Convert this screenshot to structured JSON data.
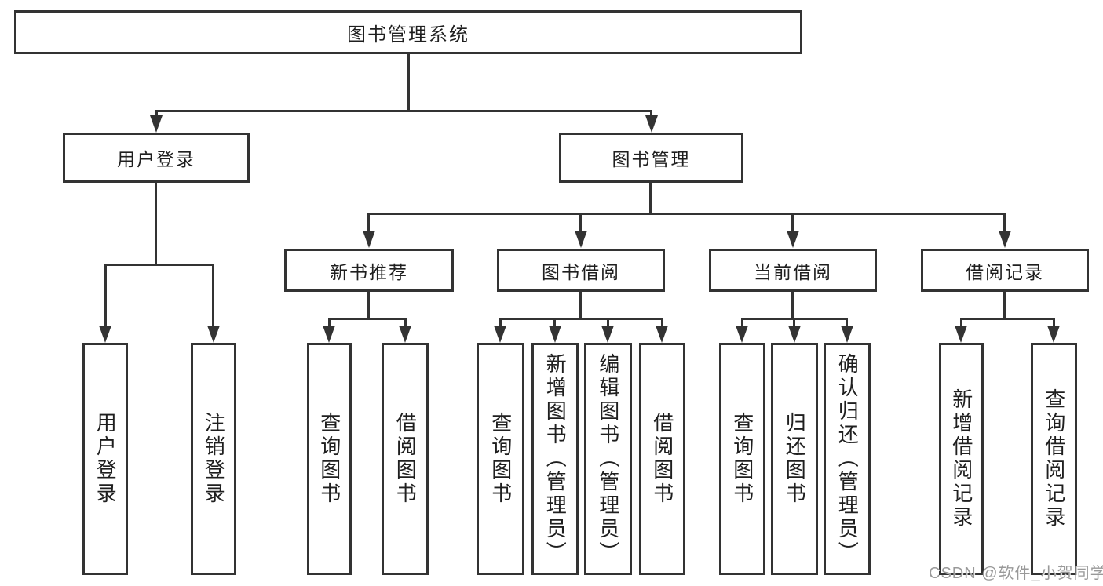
{
  "colors": {
    "line": "#333333",
    "text": "#1f1f1f",
    "background": "#ffffff",
    "watermark": "#999999"
  },
  "watermark": {
    "text": "CSDN @软件_小贺同学"
  },
  "diagram": {
    "type": "hierarchy-flowchart",
    "tree": {
      "label": "图书管理系统",
      "children": [
        {
          "label": "用户登录",
          "children": [
            {
              "label": "用户登录"
            },
            {
              "label": "注销登录"
            }
          ]
        },
        {
          "label": "图书管理",
          "children": [
            {
              "label": "新书推荐",
              "children": [
                {
                  "label": "查询图书"
                },
                {
                  "label": "借阅图书"
                }
              ]
            },
            {
              "label": "图书借阅",
              "children": [
                {
                  "label": "查询图书"
                },
                {
                  "label": "新增图书（管理员）"
                },
                {
                  "label": "编辑图书（管理员）"
                },
                {
                  "label": "借阅图书"
                }
              ]
            },
            {
              "label": "当前借阅",
              "children": [
                {
                  "label": "查询图书"
                },
                {
                  "label": "归还图书"
                },
                {
                  "label": "确认归还（管理员）"
                }
              ]
            },
            {
              "label": "借阅记录",
              "children": [
                {
                  "label": "新增借阅记录"
                },
                {
                  "label": "查询借阅记录"
                }
              ]
            }
          ]
        }
      ]
    }
  }
}
